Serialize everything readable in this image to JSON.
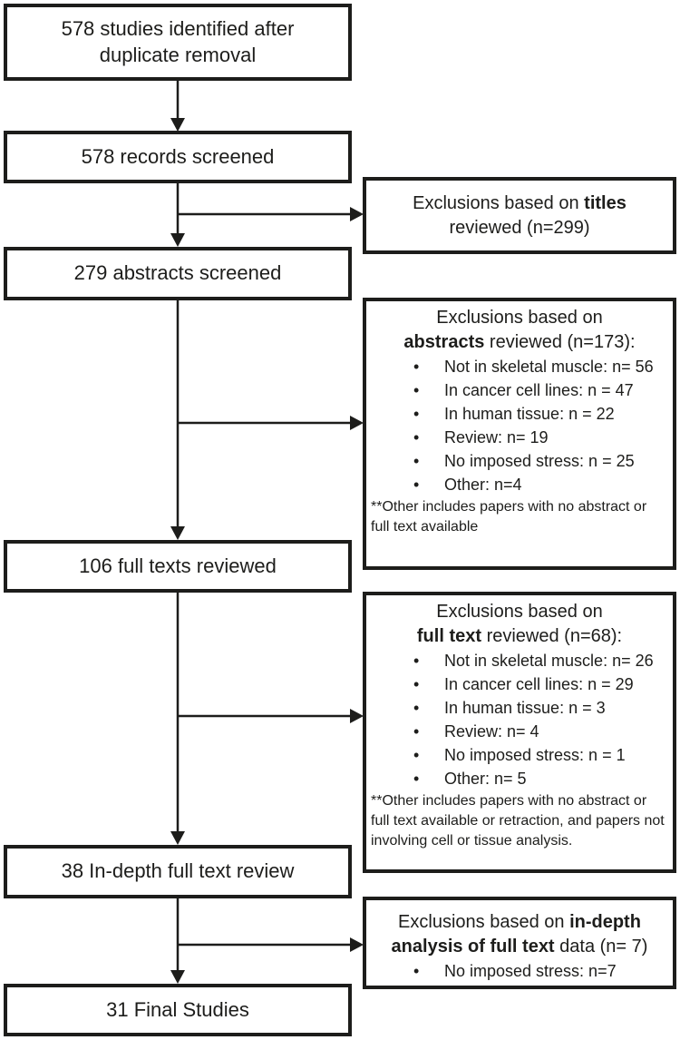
{
  "figure": {
    "type": "study-selection-flowchart",
    "colors": {
      "line": "#1d1d1b",
      "text": "#1d1d1b",
      "background": "#ffffff"
    }
  },
  "flow_boxes": [
    "578 studies identified after duplicate removal",
    "578 records screened",
    "279 abstracts screened",
    "106 full texts reviewed",
    "38 In-depth full text review",
    "31 Final Studies"
  ],
  "exclusions": {
    "titles": {
      "line1_normal": "Exclusions based on ",
      "line1_bold": "titles",
      "line2": "reviewed (n=299)"
    },
    "abstracts": {
      "line1": "Exclusions based on",
      "line2_bold": "abstracts",
      "line2_rest": " reviewed (n=173):",
      "bullets": [
        "Not in skeletal muscle: n= 56",
        "In cancer cell lines: n = 47",
        "In human tissue: n = 22",
        "Review: n= 19",
        "No imposed stress: n = 25",
        "Other: n=4"
      ],
      "footnote": "**Other includes papers with no abstract or full text available"
    },
    "full_text": {
      "line1": "Exclusions based on",
      "line2_bold": "full text",
      "line2_rest": " reviewed (n=68):",
      "bullets": [
        "Not in skeletal muscle: n= 26",
        "In cancer cell lines: n = 29",
        "In human tissue: n = 3",
        "Review: n= 4",
        "No imposed stress: n = 1",
        "Other: n= 5"
      ],
      "footnote": "**Other includes papers with no abstract or full text available or retraction, and papers not involving cell or tissue analysis."
    },
    "in_depth": {
      "line1_normal": "Exclusions based on ",
      "line1_bold": "in-depth",
      "line2_bold": "analysis of full text",
      "line2_rest": " data (n= 7)",
      "bullets": [
        "No imposed stress: n=7"
      ]
    }
  }
}
